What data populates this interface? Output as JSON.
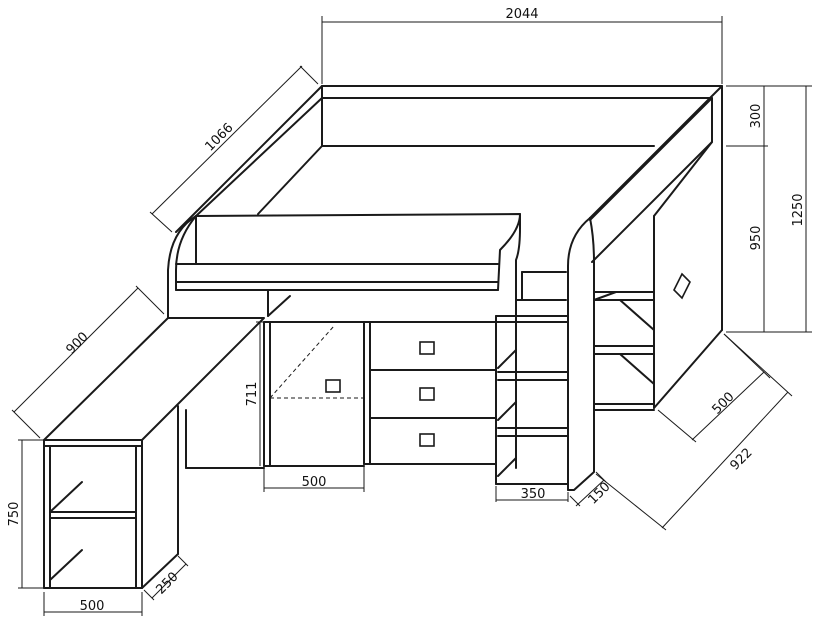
{
  "dimensions": {
    "top_width": "2044",
    "top_depth": "1066",
    "rail_height": "300",
    "bed_height": "950",
    "total_height": "1250",
    "desk_length": "900",
    "cabinet_height": "711",
    "cabinet_width": "500",
    "shelf_width": "350",
    "ladder_depth": "150",
    "wardrobe_depth": "500",
    "total_depth": "922",
    "desk_height": "750",
    "desk_side_depth": "250",
    "desk_width": "500"
  }
}
